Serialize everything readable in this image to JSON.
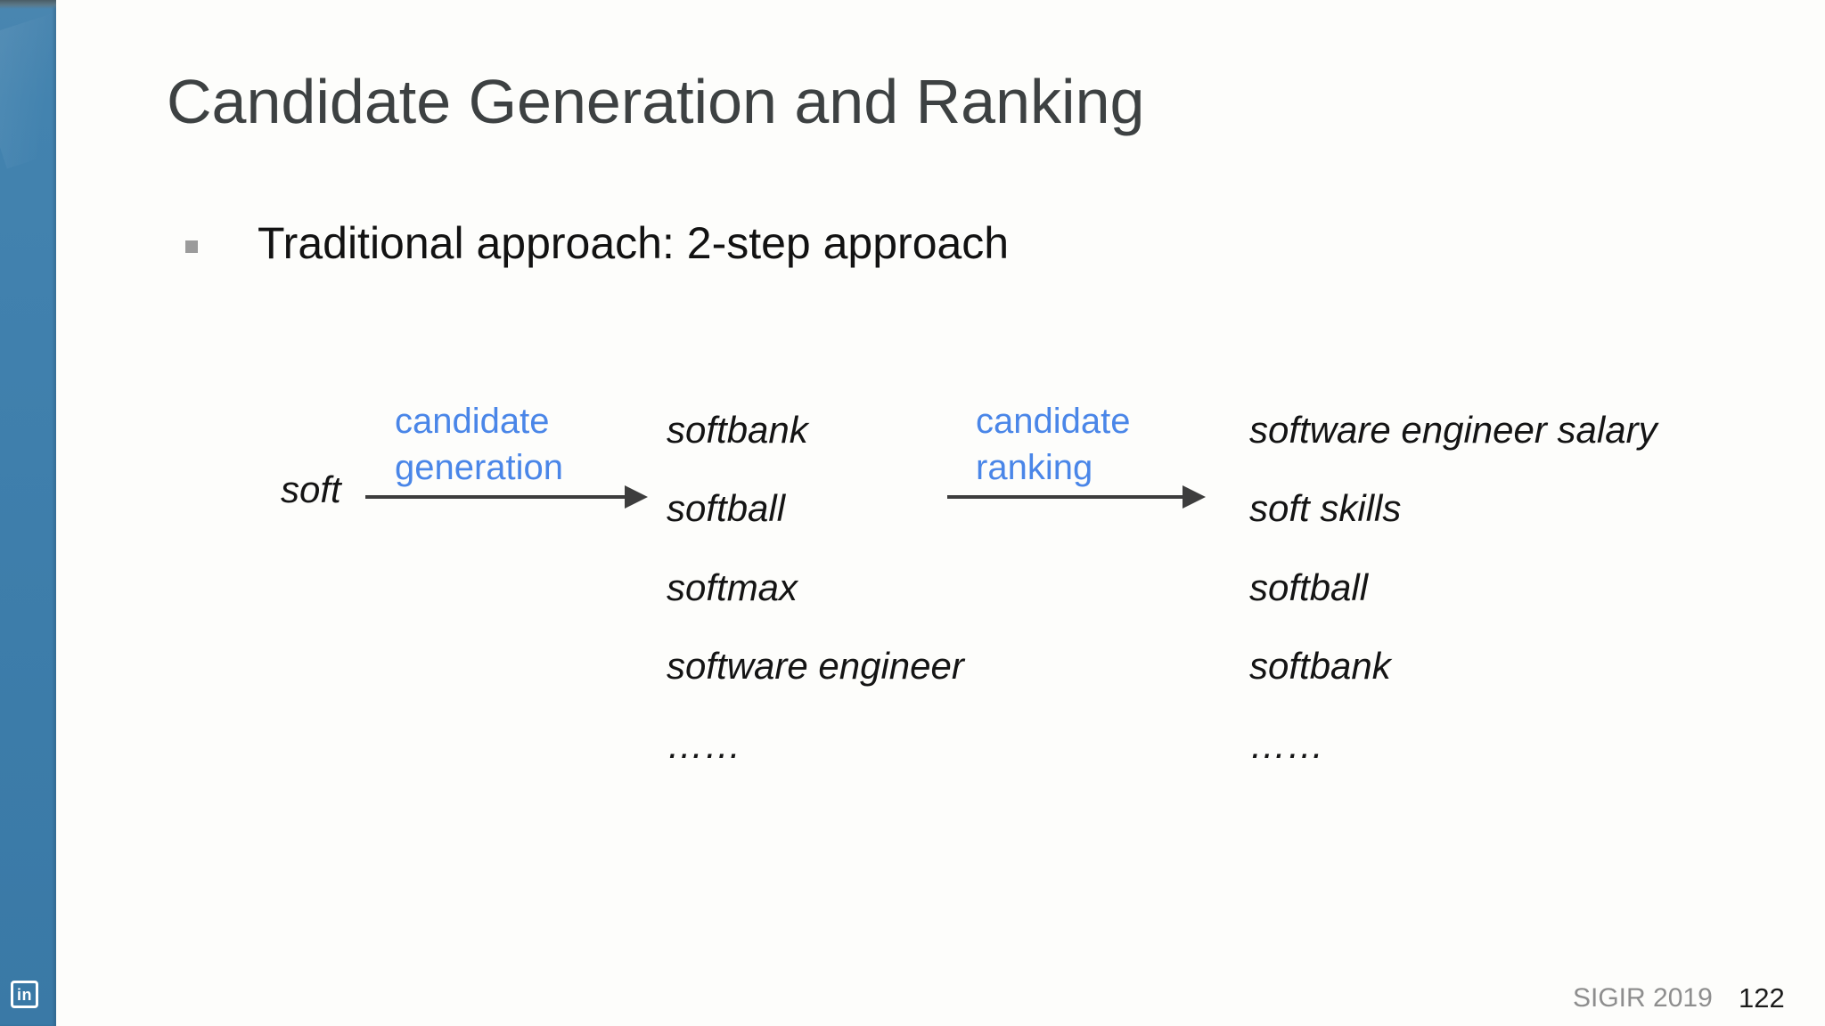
{
  "slide": {
    "title": "Candidate Generation and Ranking",
    "bullet": "Traditional approach: 2-step approach",
    "footer": {
      "conference": "SIGIR 2019",
      "page_number": "122"
    },
    "logo_text": "in"
  },
  "diagram": {
    "query": "soft",
    "step1_label": {
      "line1": "candidate",
      "line2": "generation"
    },
    "step2_label": {
      "line1": "candidate",
      "line2": "ranking"
    },
    "generated_candidates": [
      "softbank",
      "softball",
      "softmax",
      "software engineer",
      "……"
    ],
    "ranked_candidates": [
      "software engineer salary",
      "soft skills",
      "softball",
      "softbank",
      "……"
    ]
  },
  "colors": {
    "accent_blue": "#4a86e8",
    "sidebar_blue": "#3d7dab",
    "arrow_gray": "#3d3d3d",
    "title_gray": "#3d4142",
    "footer_gray": "#8e8e8e"
  }
}
